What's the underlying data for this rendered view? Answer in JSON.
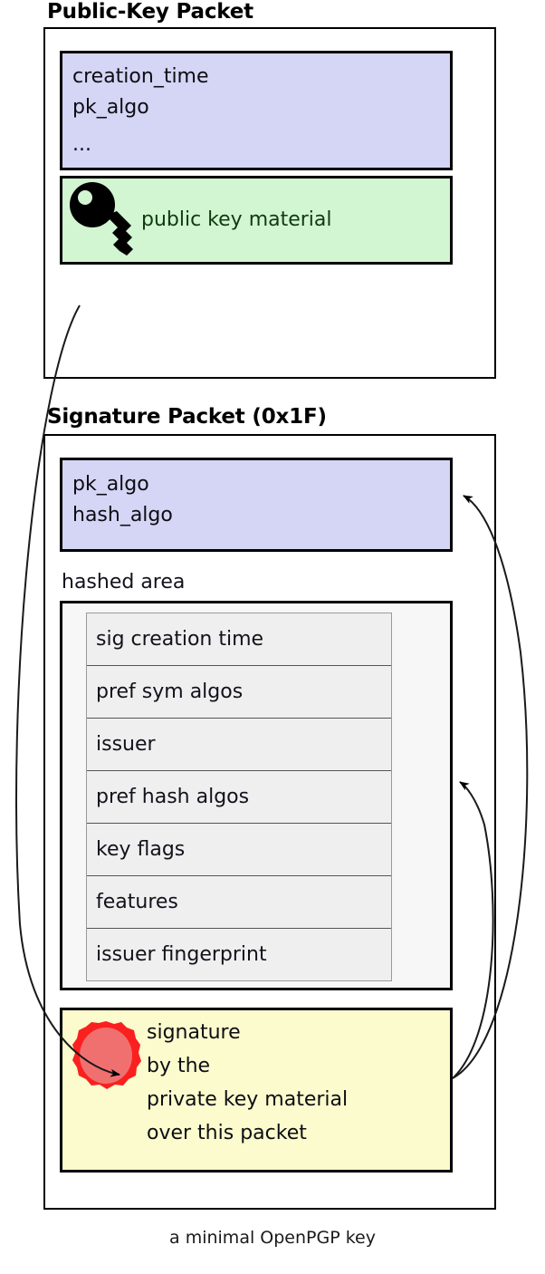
{
  "diagram": {
    "caption": "a minimal OpenPGP key",
    "colors": {
      "lavender_fill": "#d5d5f5",
      "green_fill": "#d2f5d2",
      "yellow_fill": "#fbfbcd",
      "subpacket_fill": "#efefef",
      "hashed_area_fill": "#f7f7f7",
      "seal_ring": "#fa2020",
      "seal_body": "#f07070",
      "stroke": "#000000"
    },
    "packets": [
      {
        "title": "Public-Key Packet",
        "fields": [
          {
            "name": "metadata",
            "lines": [
              "creation_time",
              "pk_algo",
              "",
              "..."
            ],
            "fill": "lavender"
          },
          {
            "name": "public-key-material",
            "lines": [
              "public key material"
            ],
            "fill": "green",
            "icon": "key-icon"
          }
        ]
      },
      {
        "title": "Signature Packet (0x1F)",
        "fields": [
          {
            "name": "algos",
            "lines": [
              "pk_algo",
              "hash_algo"
            ],
            "fill": "lavender"
          }
        ],
        "hashed_area": {
          "label": "hashed area",
          "subpackets": [
            "sig creation time",
            "pref sym algos",
            "issuer",
            "pref hash algos",
            "key flags",
            "features",
            "issuer fingerprint"
          ]
        },
        "signature": {
          "name": "signature-block",
          "lines": [
            "signature",
            "by the",
            "private key material",
            "over this packet"
          ],
          "fill": "yellow",
          "icon": "seal-icon"
        }
      }
    ]
  }
}
